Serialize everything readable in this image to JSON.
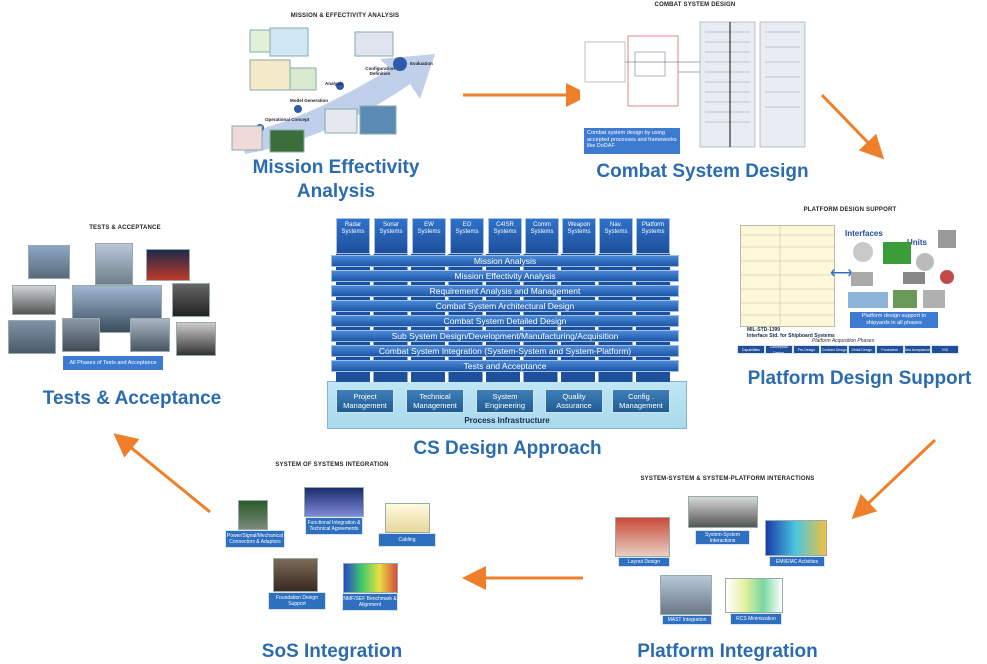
{
  "labels": {
    "mission": "Mission Effectivity\nAnalysis",
    "combat": "Combat System Design",
    "platform_design": "Platform Design Support",
    "tests": "Tests & Acceptance",
    "cs_approach": "CS Design Approach",
    "sos": "SoS Integration",
    "platform_integration": "Platform Integration"
  },
  "captions": {
    "mission": "MISSION & EFFECTIVITY ANALYSIS",
    "combat": "COMBAT SYSTEM DESIGN",
    "platform_design": "PLATFORM DESIGN SUPPORT",
    "tests": "TESTS & ACCEPTANCE",
    "sos": "SYSTEM OF SYSTEMS INTEGRATION",
    "interactions": "SYSTEM-SYSTEM & SYSTEM-PLATFORM INTERACTIONS"
  },
  "mission_steps": [
    "Operational Concept",
    "Model Generation",
    "Analysis",
    "Configuration Definition",
    "Evaluation"
  ],
  "combat_note": "Combat system design by using accepted processes and frameworks like DoDAF",
  "platform_design": {
    "interfaces": "Interfaces",
    "units": "Units",
    "support_note": "Platform design support to shipyards in all phases",
    "standard": "MIL-STD-1399",
    "standard_desc": "Interface Std. for Shipboard Systems",
    "phases_title": "Platform Acquisition Phases",
    "phases": [
      "Capabilities",
      "Conceptual Design",
      "Pre-Design",
      "Contract Design",
      "Detail Design",
      "Production",
      "Sea Acceptance",
      "ISS"
    ]
  },
  "tests_caption": "All Phases of Tests and Acceptance",
  "systems": [
    "Radar Systems",
    "Sonar Systems",
    "EW Systems",
    "EO Systems",
    "C4ISR Systems",
    "Comm Systems",
    "Weapon Systems",
    "Nav. Systems",
    "Platform Systems"
  ],
  "phases": [
    "Mission Analysis",
    "Mission Effectivity Analysis",
    "Requirement Analysis and Management",
    "Combat System Architectural Design",
    "Combat System Detailed Design",
    "Sub System Design/Development/Manufacturing/Acquisition",
    "Combat System Integration (System-System and System-Platform)",
    "Tests and Acceptance"
  ],
  "management": [
    "Project Management",
    "Technical Management",
    "System Engineering",
    "Quality Assurance",
    "Config . Management"
  ],
  "process_infrastructure": "Process Infrastructure",
  "sos_items": [
    "Power/Signal/Mechanical Connectors & Adaptors",
    "Functional Integration & Technical Agreements",
    "Cabling",
    "Foundation Design Support",
    "NMF/SEF Benchmark & Alignment"
  ],
  "interaction_items": [
    "Layout Design",
    "System-System Interactions",
    "EMI/EMC Activities",
    "MAST Integration",
    "RCS Minimization"
  ],
  "colors": {
    "label": "#2b6cb0",
    "arrow": "#f07f2b",
    "box": "#2e6fc0"
  }
}
